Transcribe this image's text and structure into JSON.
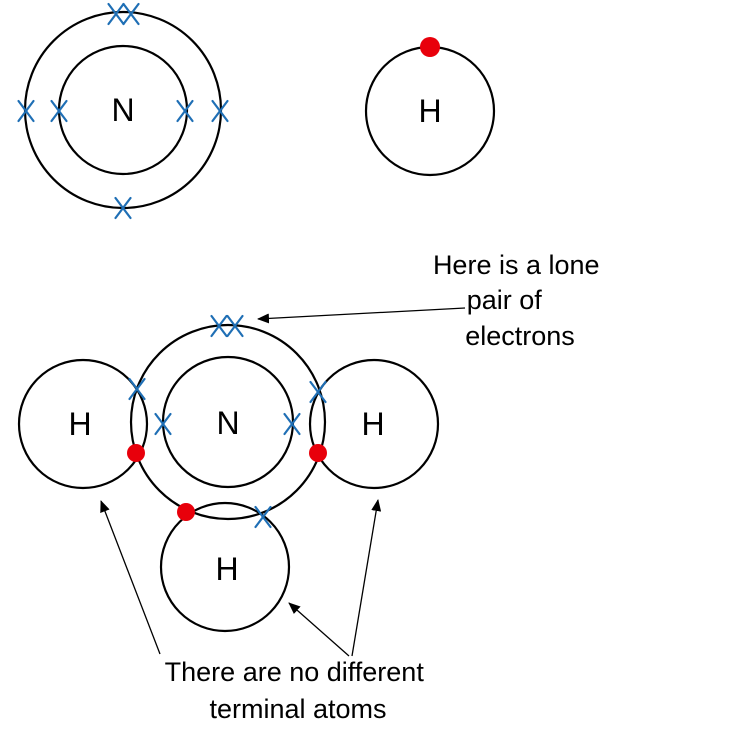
{
  "atoms": {
    "nitrogen_symbol": "N",
    "hydrogen_symbol": "H"
  },
  "annotations": {
    "lone_pair_lines": [
      "Here is a lone",
      "pair of",
      "electrons"
    ],
    "terminal_lines": [
      "There are no different",
      "terminal atoms"
    ]
  },
  "colors": {
    "nitrogen_electron": "#1f6fb5",
    "hydrogen_electron": "#e8000b",
    "shell": "#000000",
    "background": "#ffffff"
  },
  "electron_counts": {
    "nitrogen_outer_shell": 5,
    "nitrogen_inner_shell": 2,
    "hydrogen_shell": 1,
    "ammonia_lone_pairs": 1,
    "ammonia_bonding_pairs": 3
  }
}
